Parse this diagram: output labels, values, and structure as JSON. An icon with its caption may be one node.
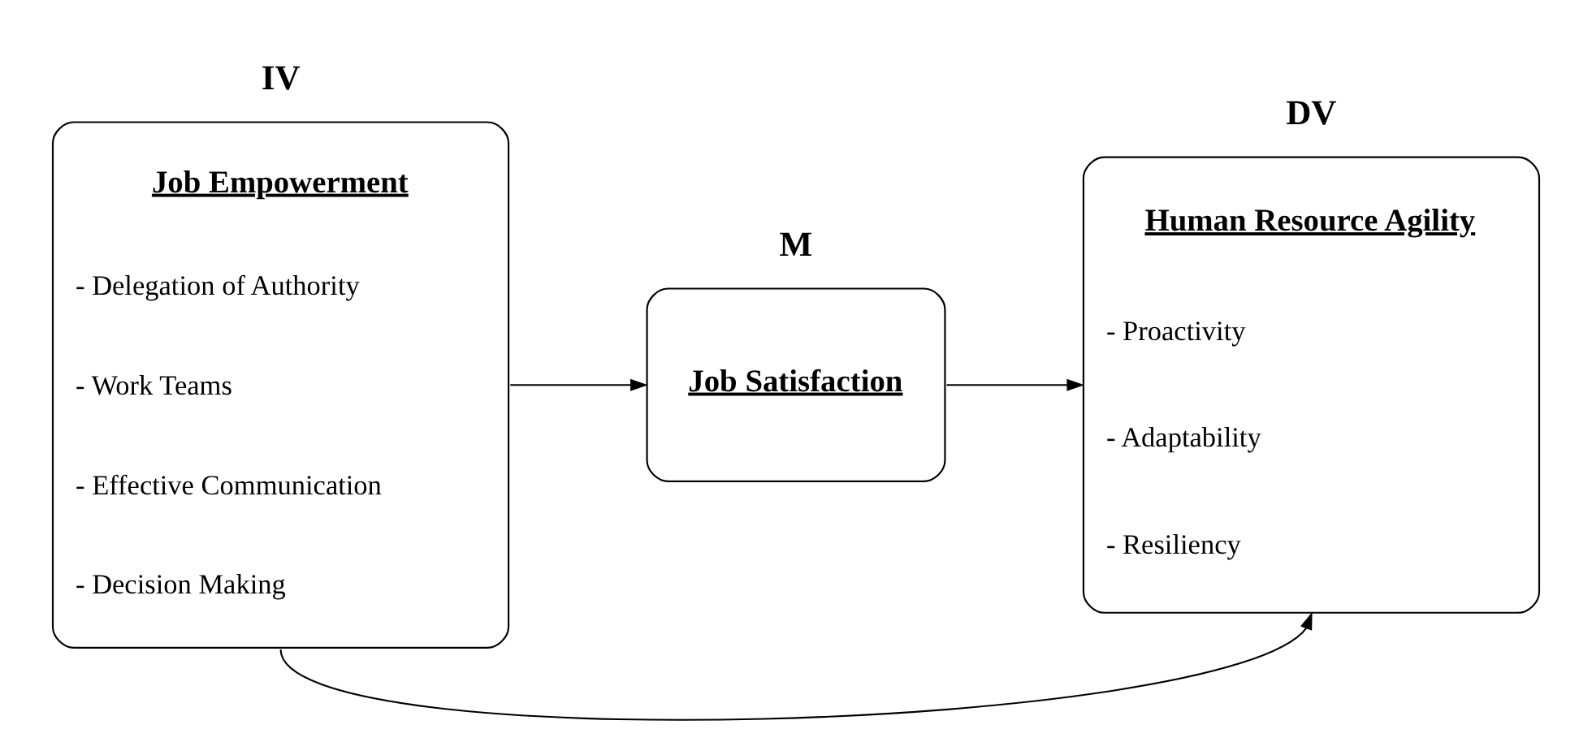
{
  "diagram": {
    "nodes": [
      {
        "text": [
          "Job Empowerment",
          "- Delegation of Authority",
          "- Work Teams",
          "- Effective Communication",
          "- Decision Making"
        ],
        "beside": [
          "IV"
        ]
      },
      {
        "text": [
          "Job Satisfaction"
        ],
        "beside": [
          "M"
        ]
      },
      {
        "text": [
          "Human Resource Agility",
          "- Proactivity",
          "- Adaptability",
          "- Resiliency"
        ],
        "beside": [
          "DV"
        ]
      }
    ],
    "edges": [
      {
        "from": 0,
        "to": 1,
        "arrow": "to"
      },
      {
        "from": 1,
        "to": 2,
        "arrow": "to"
      },
      {
        "from": 0,
        "to": 2,
        "arrow": "to"
      }
    ]
  }
}
